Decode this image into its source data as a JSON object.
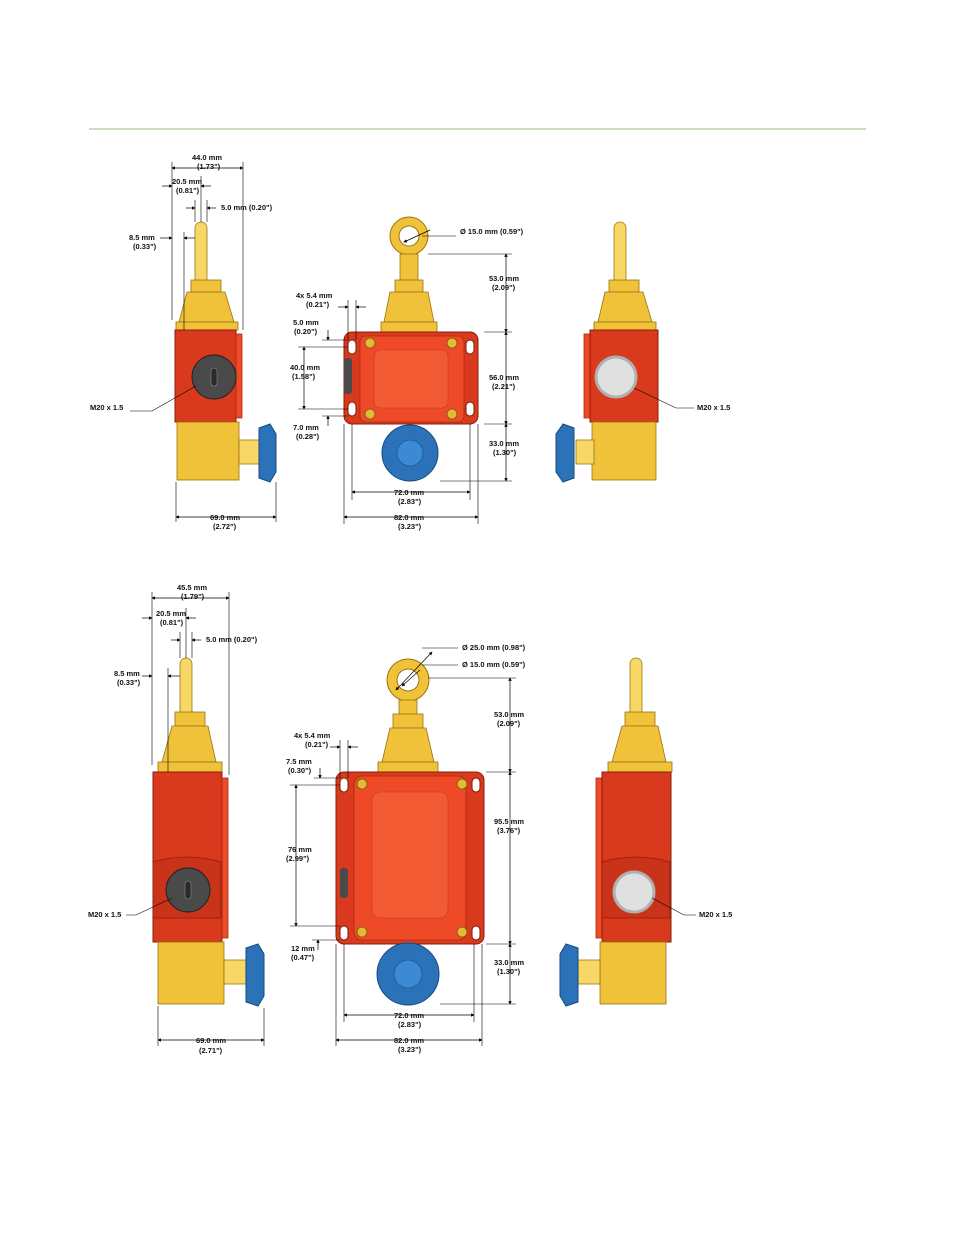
{
  "colors": {
    "body_red": "#d93a1e",
    "brass": "#f0c23a",
    "knob_blue": "#2b72b8",
    "plug_grey": "#4a4a4a",
    "header_rule": "#c9dcc2"
  },
  "top_drawing": {
    "side_view": {
      "overall_width": "44.0 mm",
      "overall_width_in": "(1.73\")",
      "shaft_offset": "20.5 mm",
      "shaft_offset_in": "(0.81\")",
      "shaft_width": "5.0 mm (0.20\")",
      "shaft_diameter": "8.5 mm",
      "shaft_diameter_in": "(0.33\")",
      "thread_label": "M20 x 1.5",
      "depth": "69.0 mm",
      "depth_in": "(2.72\")"
    },
    "front_view": {
      "ring_diameter": "Ø 15.0 mm (0.59\")",
      "head_height": "53.0 mm",
      "head_height_in": "(2.09\")",
      "slot_size": "4x 5.4 mm",
      "slot_size_in": "(0.21\")",
      "slot_offset": "5.0 mm",
      "slot_offset_in": "(0.20\")",
      "mount_spacing": "40.0 mm",
      "mount_spacing_in": "(1.58\")",
      "body_height": "56.0 mm",
      "body_height_in": "(2.21\")",
      "bottom_offset": "7.0 mm",
      "bottom_offset_in": "(0.28\")",
      "knob_height": "33.0 mm",
      "knob_height_in": "(1.30\")",
      "mount_width": "72.0 mm",
      "mount_width_in": "(2.83\")",
      "overall_width": "82.0 mm",
      "overall_width_in": "(3.23\")"
    },
    "rear_view": {
      "thread_label": "M20 x 1.5"
    }
  },
  "bottom_drawing": {
    "side_view": {
      "overall_width": "45.5 mm",
      "overall_width_in": "(1.79\")",
      "shaft_offset": "20.5 mm",
      "shaft_offset_in": "(0.81\")",
      "shaft_width": "5.0 mm (0.20\")",
      "shaft_diameter": "8.5 mm",
      "shaft_diameter_in": "(0.33\")",
      "thread_label": "M20 x 1.5",
      "depth": "69.0 mm",
      "depth_in": "(2.71\")"
    },
    "front_view": {
      "ring_outer_diameter": "Ø 25.0 mm (0.98\")",
      "ring_inner_diameter": "Ø 15.0 mm (0.59\")",
      "head_height": "53.0 mm",
      "head_height_in": "(2.09\")",
      "slot_size": "4x 5.4 mm",
      "slot_size_in": "(0.21\")",
      "slot_offset": "7.5 mm",
      "slot_offset_in": "(0.30\")",
      "mount_spacing": "76 mm",
      "mount_spacing_in": "(2.99\")",
      "body_height": "95.5 mm",
      "body_height_in": "(3.76\")",
      "bottom_offset": "12 mm",
      "bottom_offset_in": "(0.47\")",
      "knob_height": "33.0 mm",
      "knob_height_in": "(1.30\")",
      "mount_width": "72.0 mm",
      "mount_width_in": "(2.83\")",
      "overall_width": "82.0 mm",
      "overall_width_in": "(3.23\")"
    },
    "rear_view": {
      "thread_label": "M20 x 1.5"
    }
  }
}
